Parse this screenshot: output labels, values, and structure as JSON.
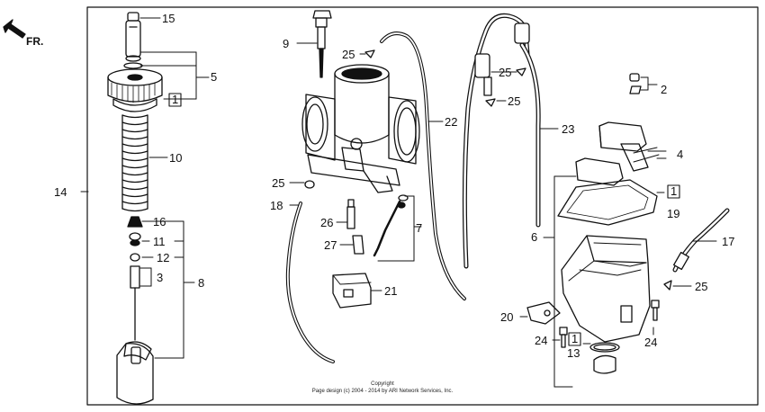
{
  "orientation": {
    "label": "FR."
  },
  "copyright": {
    "line1": "Copyright",
    "line2": "Page design (c) 2004 - 2014 by ARI Network Services, Inc."
  },
  "callouts": {
    "c15": "15",
    "c5": "5",
    "c1a": "1",
    "c10": "10",
    "c14": "14",
    "c16": "16",
    "c11": "11",
    "c12": "12",
    "c3": "3",
    "c8": "8",
    "c9": "9",
    "c25a": "25",
    "c22": "22",
    "c25b": "25",
    "c18": "18",
    "c26": "26",
    "c27": "27",
    "c7": "7",
    "c21": "21",
    "c25c": "25",
    "c25d": "25",
    "c23": "23",
    "c2": "2",
    "c4": "4",
    "c1b": "1",
    "c19": "19",
    "c6": "6",
    "c17": "17",
    "c25e": "25",
    "c20": "20",
    "c24a": "24",
    "c1c": "1",
    "c13": "13",
    "c24b": "24"
  },
  "colors": {
    "ink": "#111111",
    "paper": "#ffffff"
  }
}
